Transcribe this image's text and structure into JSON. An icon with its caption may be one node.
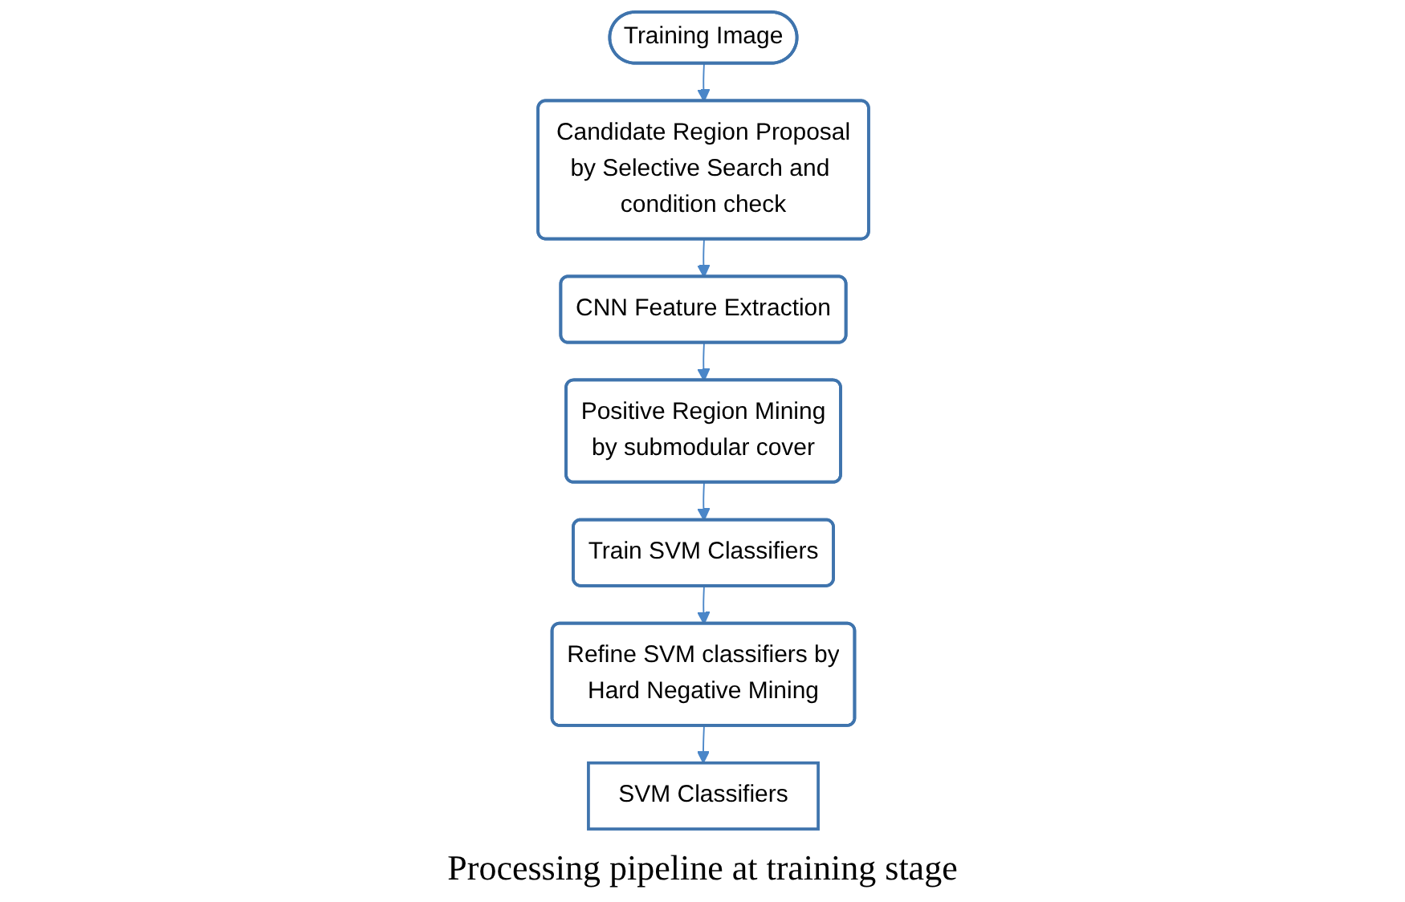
{
  "diagram": {
    "caption": "Processing pipeline at training stage",
    "nodes": [
      {
        "text": [
          "Training Image"
        ]
      },
      {
        "text": [
          "Candidate Region Proposal",
          "by Selective Search and condition check"
        ]
      },
      {
        "text": [
          "CNN Feature Extraction"
        ]
      },
      {
        "text": [
          "Positive Region Mining",
          "by submodular cover"
        ]
      },
      {
        "text": [
          "Train SVM Classifiers"
        ]
      },
      {
        "text": [
          "Refine SVM classifiers by",
          "Hard Negative Mining"
        ]
      },
      {
        "text": [
          "SVM Classifiers"
        ]
      }
    ],
    "edges": [
      {
        "from": 0,
        "to": 1,
        "arrow": "to"
      },
      {
        "from": 1,
        "to": 2,
        "arrow": "to"
      },
      {
        "from": 2,
        "to": 3,
        "arrow": "to"
      },
      {
        "from": 3,
        "to": 4,
        "arrow": "to"
      },
      {
        "from": 4,
        "to": 5,
        "arrow": "to"
      },
      {
        "from": 5,
        "to": 6,
        "arrow": "to"
      }
    ]
  }
}
